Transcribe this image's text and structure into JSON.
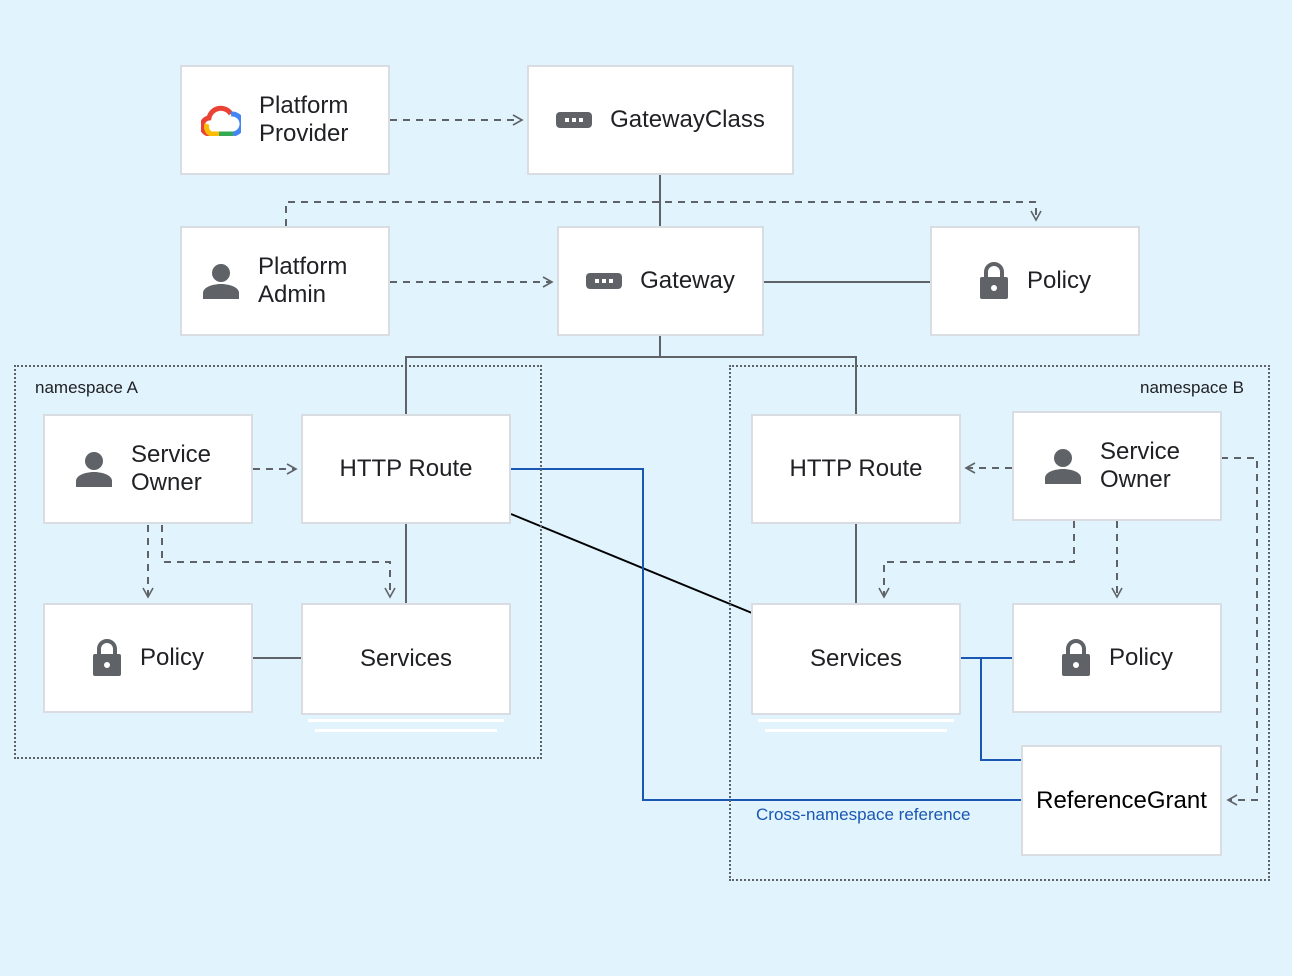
{
  "colors": {
    "background": "#e1f3fd",
    "box": "#ffffff",
    "box_border": "#d9dde1",
    "connector": "#5f6368",
    "cross_namespace": "#1a57b3",
    "icon": "#5f6368"
  },
  "namespaces": {
    "a": "namespace A",
    "b": "namespace B"
  },
  "nodes": {
    "platform_provider": {
      "label": "Platform Provider",
      "icon": "google-cloud-icon"
    },
    "gatewayclass": {
      "label": "GatewayClass",
      "icon": "gateway-icon"
    },
    "platform_admin": {
      "label": "Platform Admin",
      "icon": "person-icon"
    },
    "gateway": {
      "label": "Gateway",
      "icon": "gateway-icon"
    },
    "policy_top": {
      "label": "Policy",
      "icon": "lock-icon"
    },
    "service_owner_a": {
      "label": "Service Owner",
      "icon": "person-icon"
    },
    "http_route_a": {
      "label": "HTTP Route"
    },
    "policy_a": {
      "label": "Policy",
      "icon": "lock-icon"
    },
    "services_a": {
      "label": "Services"
    },
    "http_route_b": {
      "label": "HTTP Route"
    },
    "service_owner_b": {
      "label": "Service Owner",
      "icon": "person-icon"
    },
    "services_b": {
      "label": "Services"
    },
    "policy_b": {
      "label": "Policy",
      "icon": "lock-icon"
    },
    "reference_grant": {
      "label": "ReferenceGrant"
    }
  },
  "annotations": {
    "cross_namespace": "Cross-namespace reference"
  }
}
